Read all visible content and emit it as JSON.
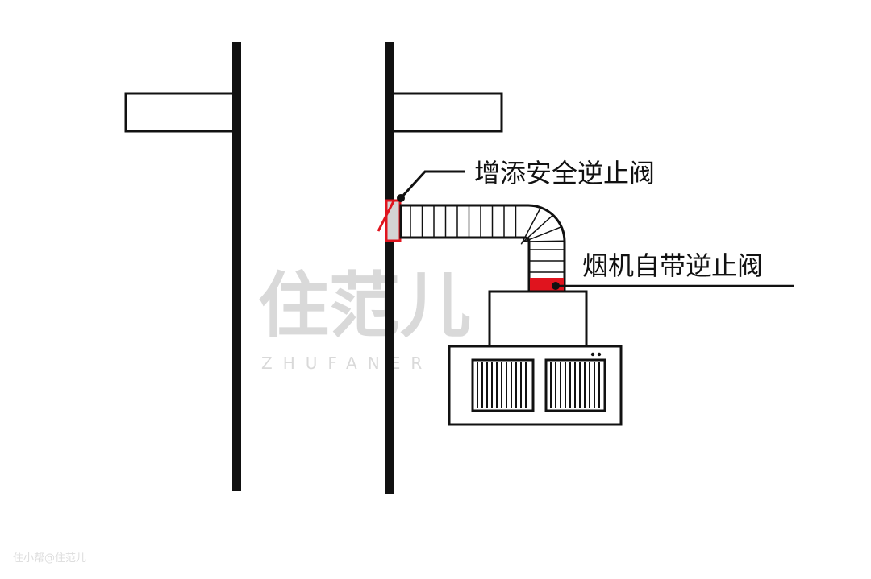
{
  "labels": {
    "added_valve": "增添安全逆止阀",
    "builtin_valve": "烟机自带逆止阀"
  },
  "logo": {
    "main": "住范儿",
    "sub": "ZHUFANER"
  },
  "watermark": "住小帮@住范儿",
  "colors": {
    "valve": "#e0141e",
    "line": "#111111",
    "wall_fill": "#d4d4d4"
  }
}
